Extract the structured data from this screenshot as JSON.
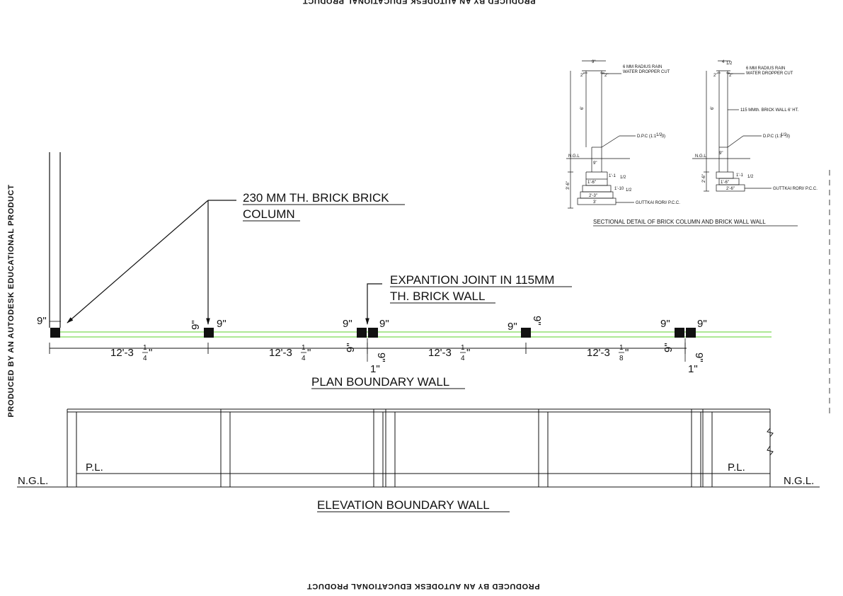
{
  "watermark": "PRODUCED BY AN AUTODESK EDUCATIONAL PRODUCT",
  "colors": {
    "line": "#111111",
    "green": "#7ed957",
    "background": "#ffffff"
  },
  "plan": {
    "title": "PLAN BOUNDARY WALL",
    "column_callout": [
      "230 MM TH. BRICK BRICK",
      "COLUMN"
    ],
    "joint_callout": [
      "EXPANTION JOINT IN 115MM",
      "TH. BRICK WALL"
    ],
    "spacing": [
      {
        "whole": "12'-3",
        "num": "1",
        "den": "4",
        "tail": "\""
      },
      {
        "whole": "12'-3",
        "num": "1",
        "den": "4",
        "tail": "\""
      },
      {
        "whole": "12'-3",
        "num": "1",
        "den": "4",
        "tail": "\""
      },
      {
        "whole": "12'-3",
        "num": "1",
        "den": "8",
        "tail": "\""
      }
    ],
    "col_size": "9\"",
    "joint_gap": "1\""
  },
  "elevation": {
    "title": "ELEVATION BOUNDARY WALL",
    "ngl_left": "N.G.L.",
    "ngl_right": "N.G.L.",
    "pl_left": "P.L.",
    "pl_right": "P.L."
  },
  "section": {
    "title": "SECTIONAL DETAIL OF BRICK COLUMN AND BRICK WALL WALL",
    "col_detail": {
      "width_top": "9\"",
      "side_dim": "2\"",
      "height": "6'",
      "depth": "3'-6\"",
      "ngl": "N.G.L",
      "below_ngl": "9\"",
      "step1": "1'-1",
      "step1_frac": "1/2",
      "step2": "1'-6\"",
      "step3": "1'-10",
      "step3_frac": "1/2",
      "step4": "2'-3\"",
      "step5": "3'",
      "note_top": [
        "6 MM RADIUS RAIN",
        "WATER DROPPER CUT"
      ],
      "note_dpc": "D.P.C (1:1",
      "note_dpc_frac": "1/2",
      "note_dpc_end": ":3)",
      "note_pcc": "GUTTKAI RORI/ P.C.C."
    },
    "wall_detail": {
      "width_top": "4",
      "width_frac": "1/2",
      "side_dim": "2\"",
      "height": "6'",
      "depth": "2'-6\"",
      "ngl": "N.G.L",
      "below_ngl": "9\"",
      "step1": "1'-1",
      "step1_frac": "1/2",
      "step2": "1'-6\"",
      "step3": "2'-6\"",
      "note_top": [
        "6 MM RADIUS RAIN",
        "WATER DROPPER CUT"
      ],
      "note_wall": "115 MMth. BRICK WALL 6' HT.",
      "note_dpc": "D.P.C (1:1",
      "note_dpc_frac": "1/2",
      "note_dpc_end": ":3)",
      "note_pcc": "GUTTKAI RORI/ P.C.C."
    }
  }
}
